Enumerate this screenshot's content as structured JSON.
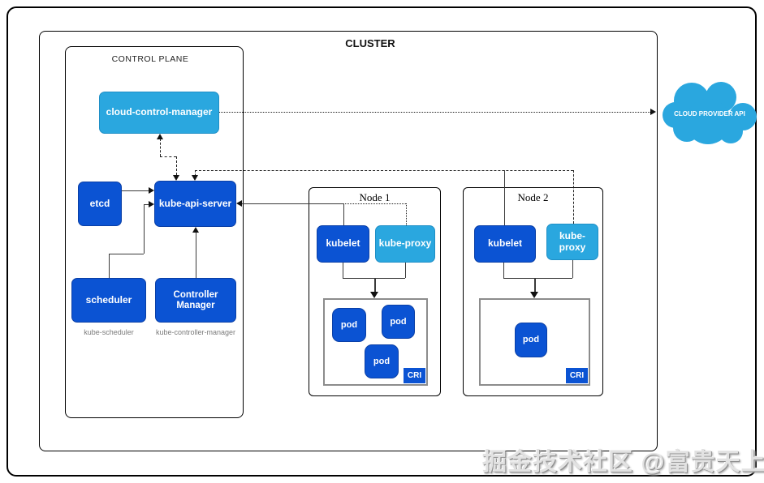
{
  "diagram": {
    "cluster_label": "CLUSTER",
    "control_plane": {
      "label": "CONTROL PLANE",
      "cloud_control_manager": "cloud-control-manager",
      "etcd": "etcd",
      "kube_api_server": "kube-api-server",
      "scheduler": "scheduler",
      "scheduler_sub": "kube-scheduler",
      "controller_manager": "Controller Manager",
      "controller_manager_sub": "kube-controller-manager"
    },
    "nodes": [
      {
        "title": "Node 1",
        "kubelet": "kubelet",
        "kube_proxy": "kube-proxy",
        "pods": [
          "pod",
          "pod",
          "pod"
        ],
        "cri": "CRI"
      },
      {
        "title": "Node 2",
        "kubelet": "kubelet",
        "kube_proxy": "kube-proxy",
        "pods": [
          "pod"
        ],
        "cri": "CRI"
      }
    ],
    "cloud": {
      "label": "CLOUD PROVIDER API"
    },
    "watermark": "掘金技术社区 @富贵天上飞",
    "colors": {
      "primary_blue": "#0b53d3",
      "light_blue": "#2aa7df",
      "cri_border": "#8c8c8c",
      "sub_label": "#7a7a7a",
      "watermark": "#e2e2e2"
    }
  }
}
